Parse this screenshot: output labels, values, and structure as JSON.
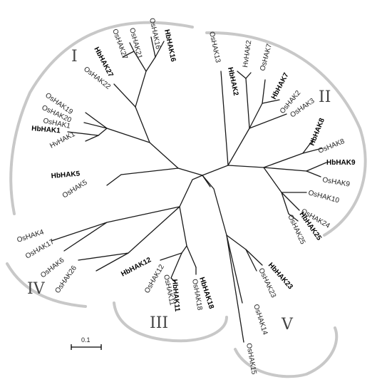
{
  "clades": [
    "I",
    "II",
    "III",
    "IV",
    "V"
  ],
  "scale_bar": {
    "label": "0.1"
  },
  "leaves": [
    "HbHAK16",
    "OsHAK16",
    "OsHAK21",
    "OsHAK27",
    "HbHAK27",
    "OsHAK22",
    "OsHAK19",
    "OsHAK20",
    "OsHAK1",
    "HbHAK1",
    "HvHAK1",
    "HbHAK5",
    "OsHAK5",
    "OsHAK13",
    "HbHAK2",
    "HvHAK2",
    "OsHAK7",
    "HbHAK7",
    "OsHAK2",
    "OsHAK3",
    "HbHAK8",
    "OsHAK8",
    "HbHAK9",
    "OsHAK9",
    "OsHAK10",
    "OsHAK24",
    "HbHAK25",
    "OsHAK25",
    "OsHAK4",
    "OsHAK17",
    "OsHAK6",
    "OsHAK26",
    "HbHAK12",
    "OsHAK12",
    "OsHAK11",
    "HbHAK11",
    "OsHAK18",
    "HbHAK18",
    "HbHAK23",
    "OsHAK23",
    "OsHAK14",
    "OsHAK15"
  ]
}
